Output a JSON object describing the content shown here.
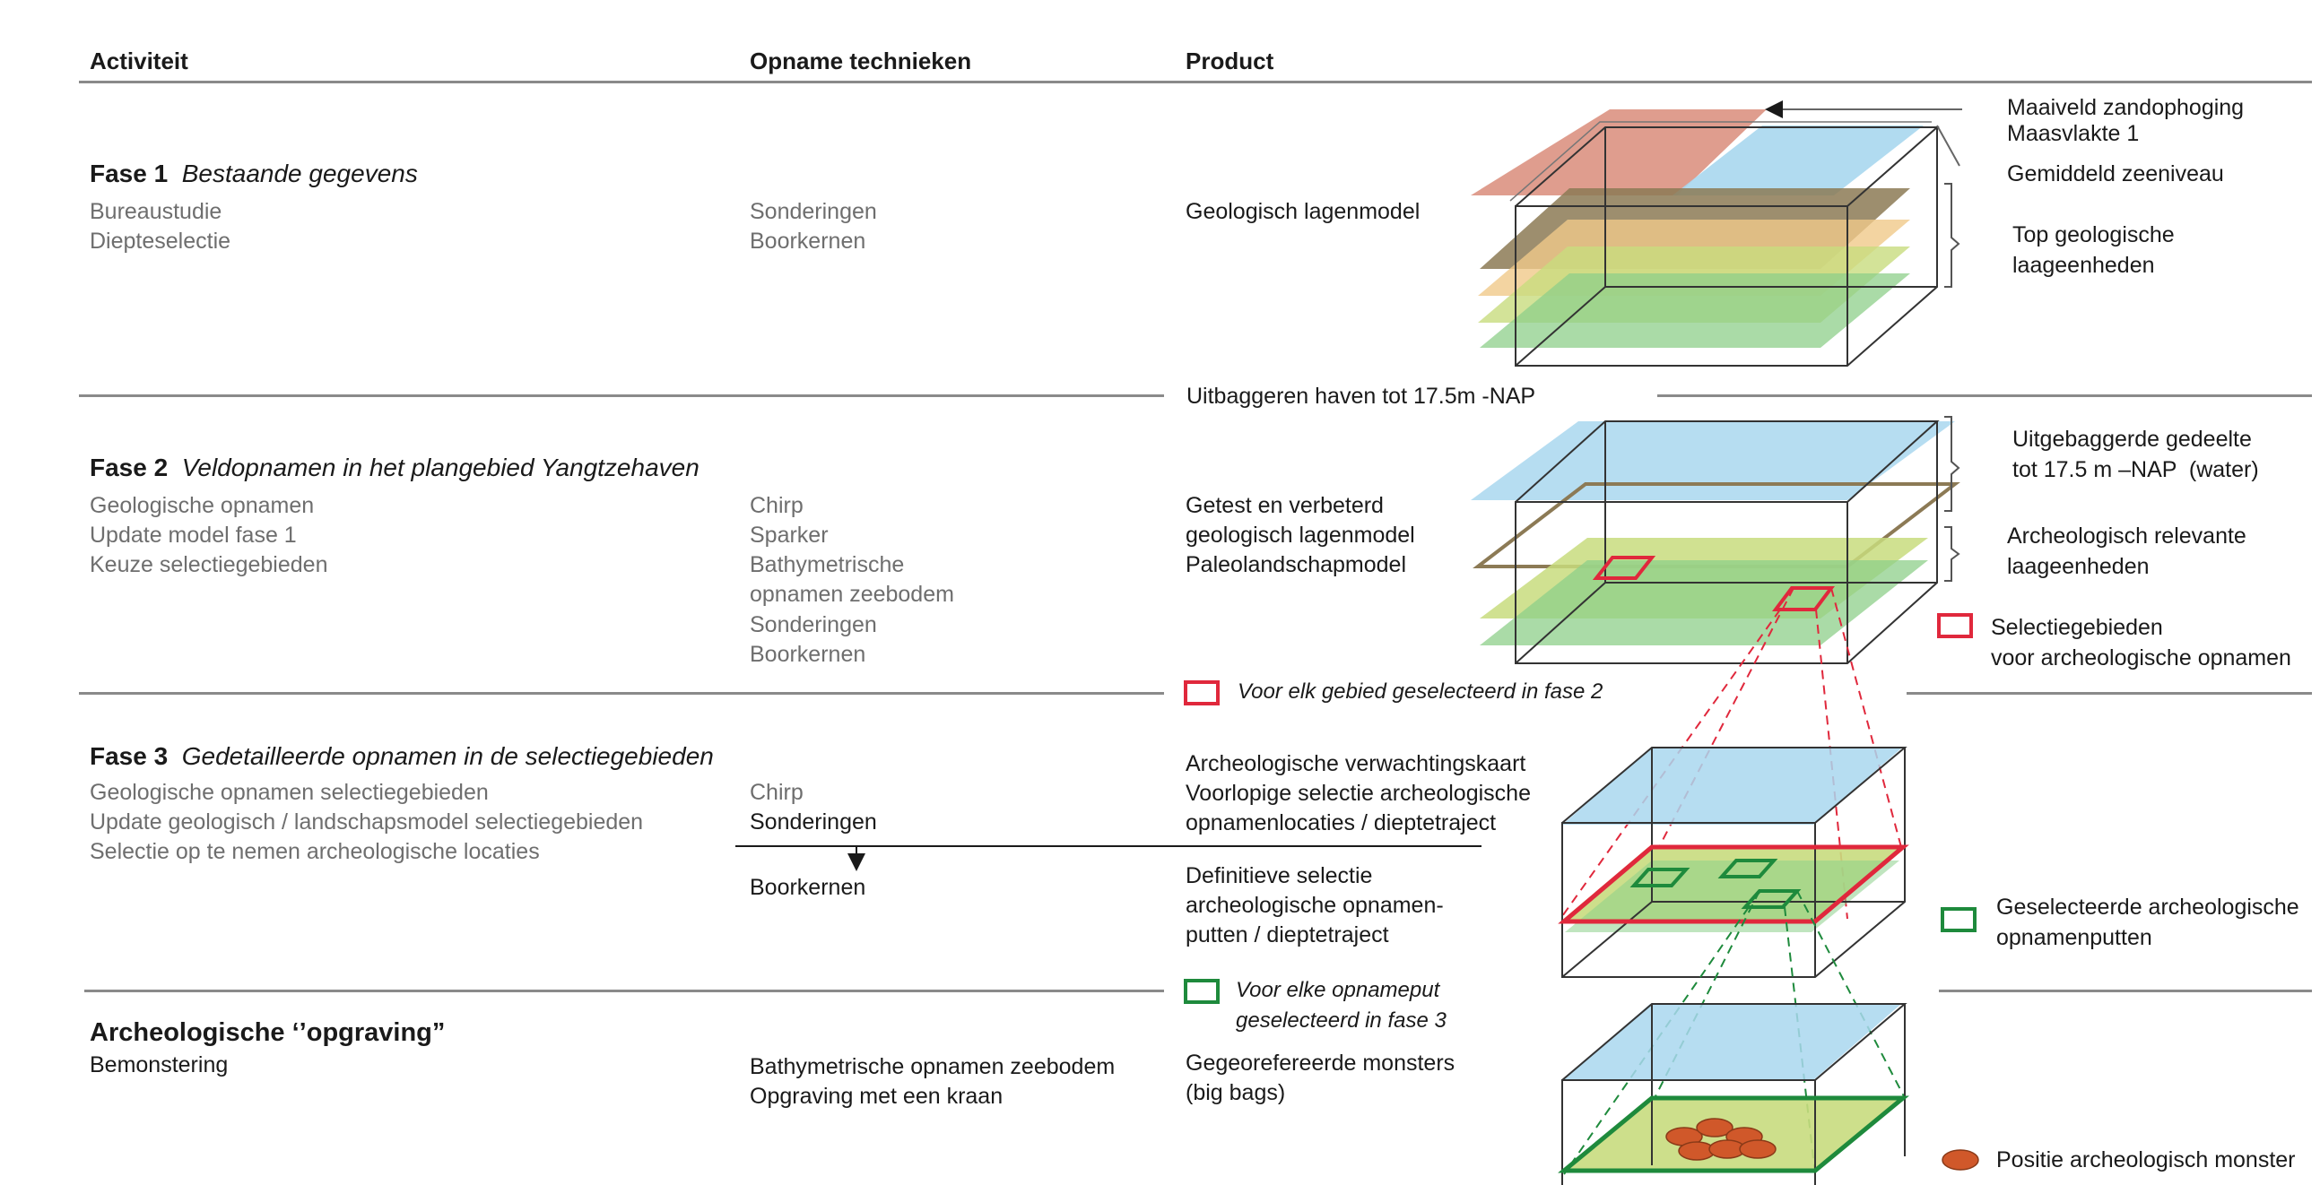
{
  "headers": {
    "activity": "Activiteit",
    "techniques": "Opname technieken",
    "product": "Product"
  },
  "phase1": {
    "title": "Fase 1",
    "subtitle": "Bestaande gegevens",
    "activities": [
      "Bureaustudie",
      "Diepteselectie"
    ],
    "techniques": [
      "Sonderingen",
      "Boorkernen"
    ],
    "product": [
      "Geologisch lagenmodel"
    ],
    "annotations": {
      "surface": "Maaiveld zandophoging\nMaasvlakte 1",
      "sea_level": "Gemiddeld zeeniveau",
      "layers": "Top geologische\nlaageenheden"
    }
  },
  "divider1_label": "Uitbaggeren haven tot 17.5m -NAP",
  "phase2": {
    "title": "Fase 2",
    "subtitle": "Veldopnamen in het plangebied Yangtzehaven",
    "activities": [
      "Geologische opnamen",
      "Update model fase 1",
      "Keuze selectiegebieden"
    ],
    "techniques": [
      "Chirp",
      "Sparker",
      "Bathymetrische",
      "opnamen zeebodem",
      "Sonderingen",
      "Boorkernen"
    ],
    "product": [
      "Getest en verbeterd",
      "geologisch lagenmodel",
      "Paleolandschapmodel"
    ],
    "annotations": {
      "dredged": "Uitgebaggerde gedeelte\ntot 17.5 m –NAP  (water)",
      "relevant": "Archeologisch relevante\nlaageenheden",
      "selection_legend": "Selectiegebieden\nvoor archeologische opnamen"
    }
  },
  "divider2_label": "Voor elk gebied geselecteerd in fase 2",
  "phase3": {
    "title": "Fase 3",
    "subtitle": "Gedetailleerde opnamen in de selectiegebieden",
    "activities": [
      "Geologische opnamen selectiegebieden",
      "Update geologisch / landschapsmodel selectiegebieden",
      "Selectie op te nemen archeologische locaties"
    ],
    "techniques_grey": [
      "Chirp"
    ],
    "techniques_dark": [
      "Sonderingen"
    ],
    "techniques_after": [
      "Boorkernen"
    ],
    "product": [
      "Archeologische verwachtingskaart",
      "Voorlopige selectie archeologische",
      "opnamenlocaties / dieptetraject"
    ],
    "product_after": [
      "Definitieve selectie",
      "archeologische opnamen-",
      "putten / dieptetraject"
    ],
    "annotations": {
      "pits_legend": "Geselecteerde archeologische\nopnamenputten"
    }
  },
  "divider3_label": "Voor elke opnameput\ngeselecteerd in fase 3",
  "phase4": {
    "title": "Archeologische ‘’opgraving”",
    "activities": [
      "Bemonstering"
    ],
    "techniques": [
      "Bathymetrische opnamen zeebodem",
      "Opgraving met een kraan"
    ],
    "product": [
      "Gegeorefereerde monsters",
      "(big bags)"
    ],
    "annotations": {
      "sample_legend": "Positie archeologisch monster"
    }
  },
  "colors": {
    "surface": "#d98c7a",
    "water": "#a9d7ee",
    "brown": "#8c7a55",
    "orange": "#f0c98a",
    "yellow_green": "#c8dc7e",
    "green": "#8dcf8a",
    "red": "#e0283c",
    "dark_green": "#1e8a3c",
    "sample": "#d0582a",
    "rule": "#8a8a8a"
  }
}
